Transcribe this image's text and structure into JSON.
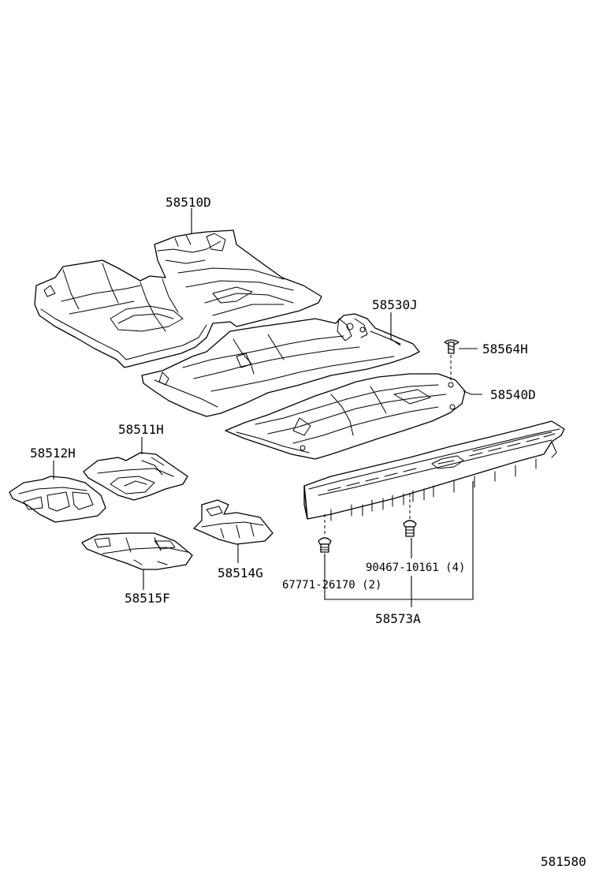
{
  "labels": {
    "p58510D": "58510D",
    "p58530J": "58530J",
    "p58564H": "58564H",
    "p58540D": "58540D",
    "p58511H": "58511H",
    "p58512H": "58512H",
    "p58514G": "58514G",
    "p58515F": "58515F",
    "p90467": "90467-10161 (4)",
    "p67771": "67771-26170 (2)",
    "p58573A": "58573A",
    "figure_code": "581580"
  }
}
